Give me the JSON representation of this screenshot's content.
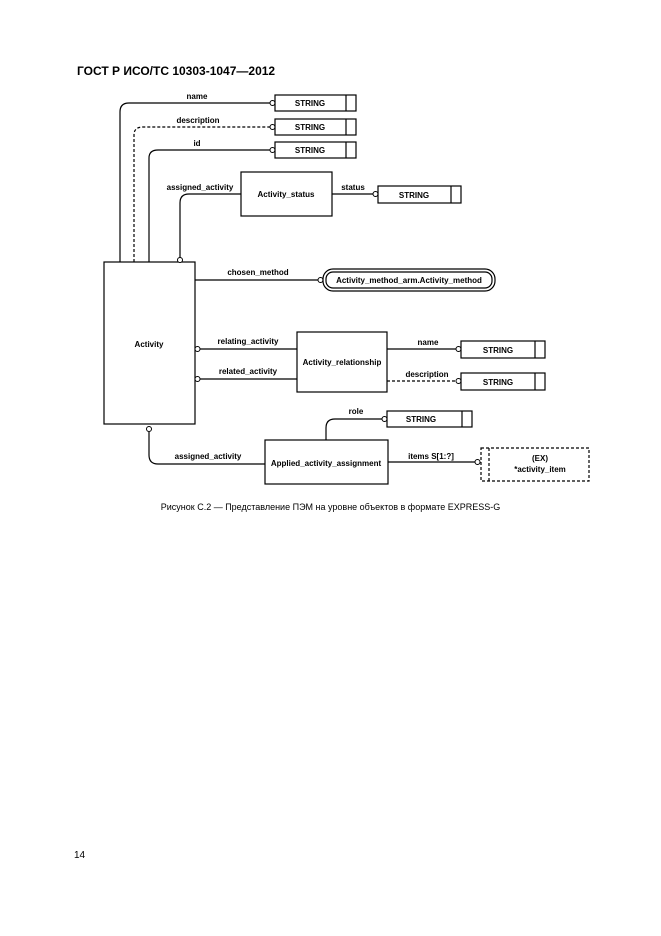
{
  "header": {
    "title": "ГОСТ Р ИСО/ТС 10303-1047—2012"
  },
  "diagram": {
    "entities": {
      "activity": "Activity",
      "activity_status": "Activity_status",
      "activity_relationship": "Activity_relationship",
      "applied_activity_assignment": "Applied_activity_assignment",
      "activity_method_ref": "Activity_method_arm.Activity_method",
      "activity_item_prefix": "(EX)",
      "activity_item": "*activity_item"
    },
    "types": {
      "string": "STRING"
    },
    "attributes": {
      "name": "name",
      "description": "description",
      "id": "id",
      "assigned_activity": "assigned_activity",
      "status": "status",
      "chosen_method": "chosen_method",
      "relating_activity": "relating_activity",
      "related_activity": "related_activity",
      "rel_name": "name",
      "rel_description": "description",
      "role": "role",
      "assigned_activity_2": "assigned_activity",
      "items": "items S[1:?]"
    }
  },
  "caption": "Рисунок C.2 — Представление ПЭМ на уровне объектов в формате EXPRESS-G",
  "page_number": "14"
}
